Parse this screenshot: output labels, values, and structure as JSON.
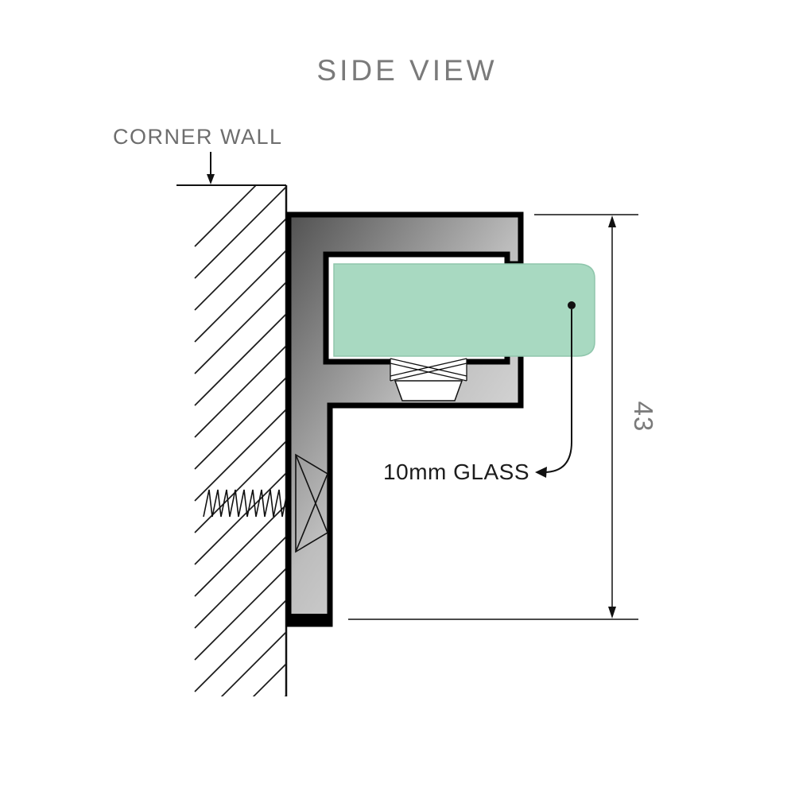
{
  "title": "SIDE VIEW",
  "annotations": {
    "wall_label": "CORNER WALL",
    "glass_label": "10mm GLASS",
    "dimension_value": "43"
  },
  "colors": {
    "title_text": "#7a7a7a",
    "wall_label_text": "#6d6d6d",
    "glass_label_text": "#1c1c1c",
    "dimension_text": "#7a7a7a",
    "glass_fill": "#a8d9c1",
    "glass_edge": "#8fc6ac",
    "bracket_dark": "#515151",
    "bracket_mid": "#bdbdbd",
    "bracket_light": "#e8e8e8",
    "line_color": "#111111"
  }
}
